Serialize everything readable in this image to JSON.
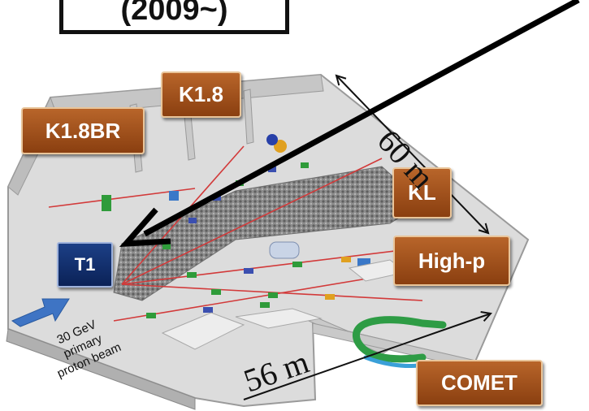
{
  "title_fragment": "(2009~)",
  "labels": {
    "k18": "K1.8",
    "k18br": "K1.8BR",
    "kl": "KL",
    "high_p": "High-p",
    "t1": "T1",
    "comet": "COMET"
  },
  "dimensions": {
    "length": "60 m",
    "width": "56 m"
  },
  "beam_label": [
    "30 GeV",
    "primary",
    "proton beam"
  ],
  "colors": {
    "label_fill": "#a1501c",
    "label_border": "#e9c59a",
    "target_fill": "#12306e",
    "beam_arrow": "#3e74c4",
    "floor": "#d9d9d9",
    "wall": "#bdbdbd",
    "arrow": "#000000"
  }
}
